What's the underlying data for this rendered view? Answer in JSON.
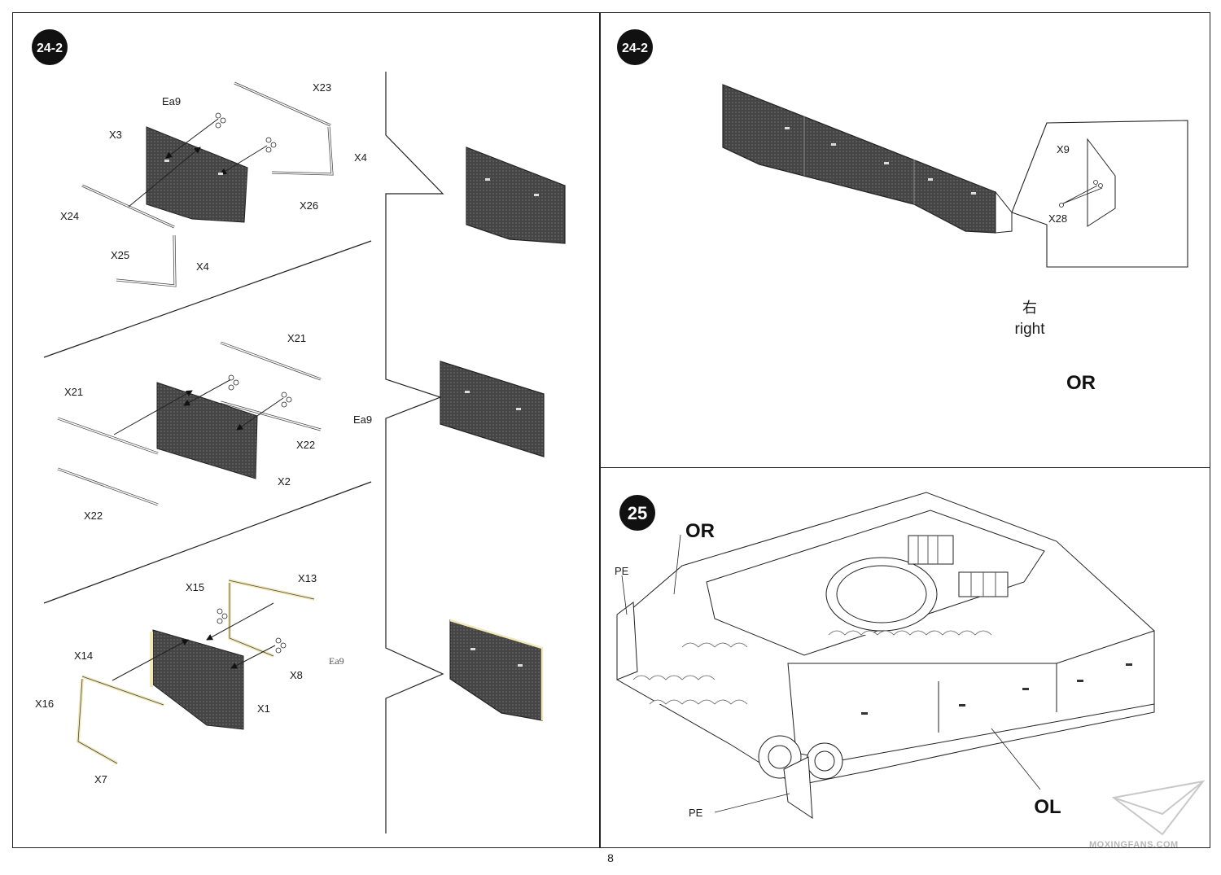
{
  "page_number": "8",
  "watermark": "MOXINGFANS.COM",
  "left_panel": {
    "step_badge": "24-2",
    "section_a": {
      "labels": {
        "ea9": "Ea9",
        "x23": "X23",
        "x3": "X3",
        "x4a": "X4",
        "x26": "X26",
        "x24": "X24",
        "x25": "X25",
        "x4b": "X4"
      }
    },
    "section_b": {
      "labels": {
        "x21a": "X21",
        "x21b": "X21",
        "ea9": "Ea9",
        "x22a": "X22",
        "x2": "X2",
        "x22b": "X22"
      }
    },
    "section_c": {
      "labels": {
        "x15": "X15",
        "x13": "X13",
        "ea9": "Ea9",
        "x14": "X14",
        "x8": "X8",
        "x16": "X16",
        "x1": "X1",
        "x7": "X7"
      }
    }
  },
  "right_top_panel": {
    "step_badge": "24-2",
    "inset_labels": {
      "x9": "X9",
      "x28": "X28"
    },
    "side_cn": "右",
    "side_en": "right",
    "or_label": "OR"
  },
  "right_bottom_panel": {
    "step_badge": "25",
    "labels": {
      "or": "OR",
      "pe_top": "PE",
      "pe_bottom": "PE",
      "ol": "OL"
    }
  },
  "colors": {
    "plate": "#4a4a4a",
    "frame_yellow": "#f2e8b8",
    "line": "#222222"
  }
}
